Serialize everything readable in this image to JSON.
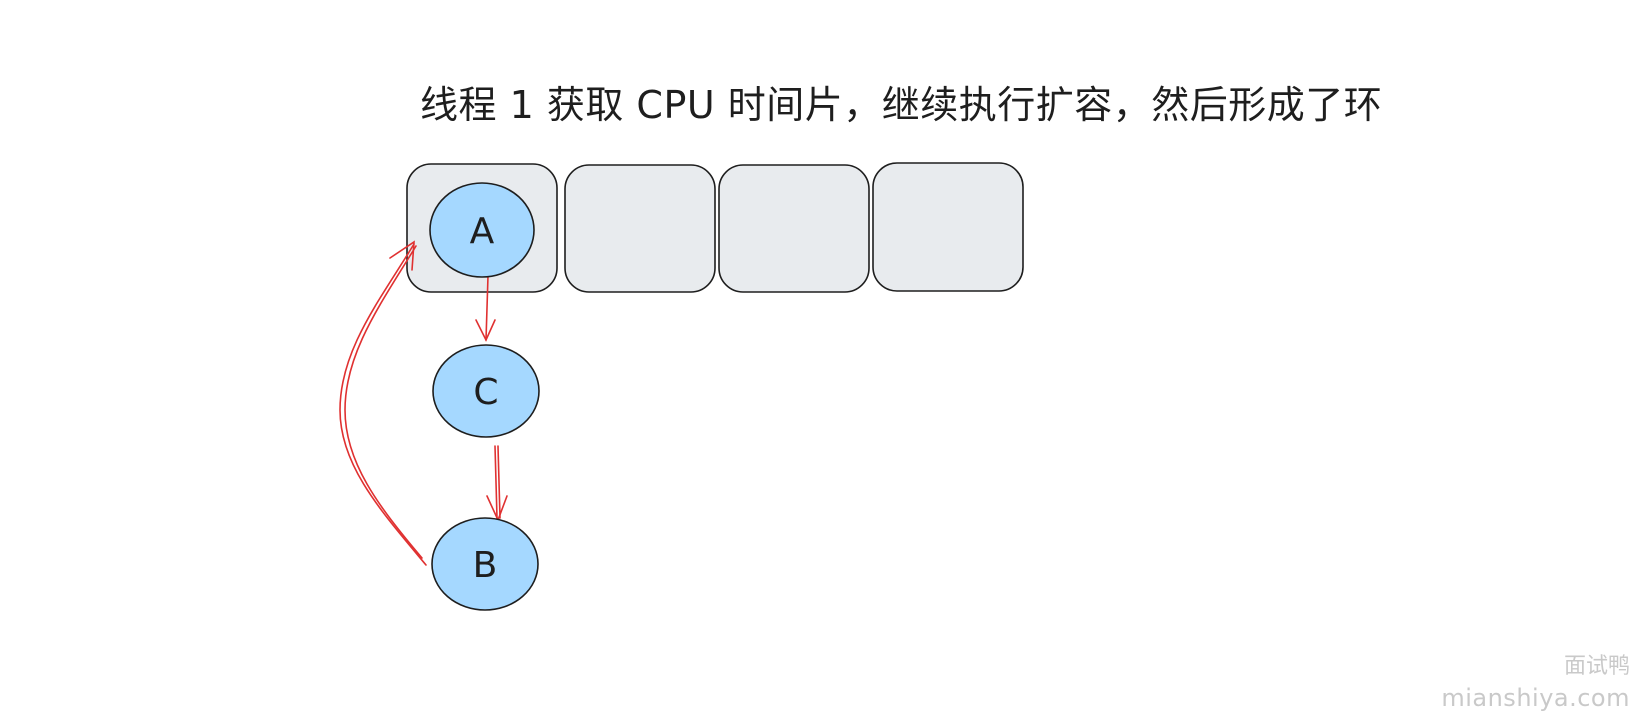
{
  "title": "线程 1 获取 CPU 时间片，继续执行扩容，然后形成了环",
  "buckets": [
    {
      "id": "bucket-0"
    },
    {
      "id": "bucket-1"
    },
    {
      "id": "bucket-2"
    },
    {
      "id": "bucket-3"
    }
  ],
  "nodes": {
    "a": {
      "label": "A"
    },
    "c": {
      "label": "C"
    },
    "b": {
      "label": "B"
    }
  },
  "colors": {
    "bucket_fill": "#e8ebee",
    "bucket_stroke": "#1e1e1e",
    "node_fill": "#a5d8ff",
    "node_stroke": "#1e1e1e",
    "arrow": "#e03131",
    "watermark": "#c9c9c9"
  },
  "watermark": {
    "cn": "面试鸭",
    "en": "mianshiya.com"
  }
}
